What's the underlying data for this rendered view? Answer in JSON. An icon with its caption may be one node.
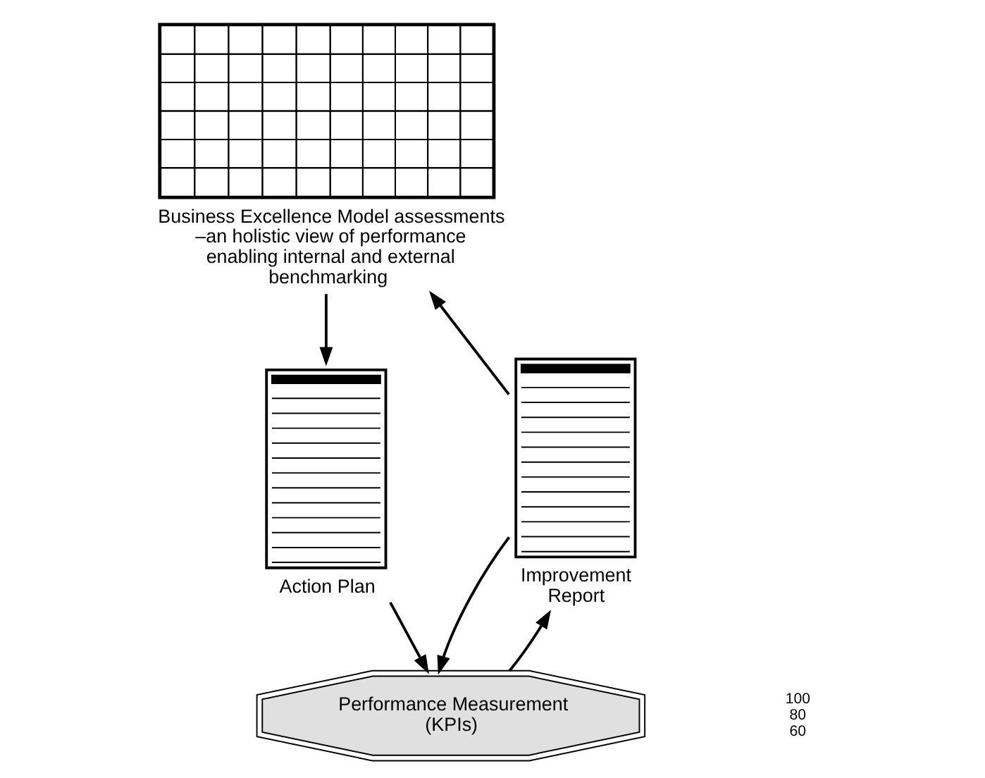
{
  "diagram": {
    "nodes": [
      {
        "text": [],
        "shape": "picture",
        "beside": [
          "Business Excellence Model assessments –an holistic view of performance enabling internal and external benchmarking"
        ]
      },
      {
        "text": [
          "Action Plan"
        ]
      },
      {
        "text": [
          "Performance Measurement (KPIs)"
        ]
      },
      {
        "text": [
          "Improvement Report"
        ]
      }
    ],
    "edges": [
      {
        "from": 3,
        "to": 0,
        "arrow": "to"
      },
      {
        "from": 0,
        "to": 1,
        "arrow": "to"
      },
      {
        "from": 1,
        "to": 2,
        "arrow": "to"
      },
      {
        "from": 3,
        "to": 2,
        "arrow": "to"
      },
      {
        "from": 2,
        "to": 3,
        "arrow": "to"
      }
    ],
    "labels": [
      "100",
      "80",
      "60"
    ]
  }
}
